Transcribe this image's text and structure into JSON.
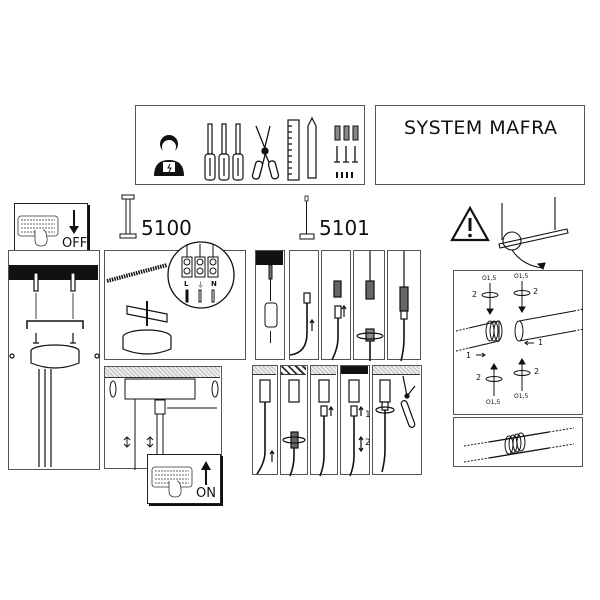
{
  "header": {
    "brand_title": "SYSTEM MAFRA",
    "tools_panel": {
      "icons": [
        "electrician-icon",
        "screwdriver-icon",
        "screwdriver-icon",
        "screwdriver-icon",
        "pliers-icon",
        "ruler-icon",
        "pencil-icon",
        "wall-plug-icon",
        "screw-icon",
        "small-screws-icon"
      ]
    }
  },
  "models": {
    "model_a": {
      "code": "5100"
    },
    "model_b": {
      "code": "5101"
    }
  },
  "switch_panels": {
    "off": {
      "label": "OFF",
      "arrow": "down"
    },
    "on": {
      "label": "ON",
      "arrow": "up"
    }
  },
  "terminal_block": {
    "labels": [
      "L",
      "⏚",
      "N"
    ]
  },
  "warning": {
    "icon": "warning-triangle-icon",
    "detail": {
      "torque_labels": [
        "O1,5",
        "O1,5",
        "O1,5",
        "O1,5"
      ],
      "step_labels": [
        "2",
        "2",
        "2",
        "2"
      ],
      "push_labels": [
        "1",
        "1"
      ]
    }
  },
  "steps_5101_lower": {
    "step_labels": [
      "1",
      "2"
    ]
  }
}
